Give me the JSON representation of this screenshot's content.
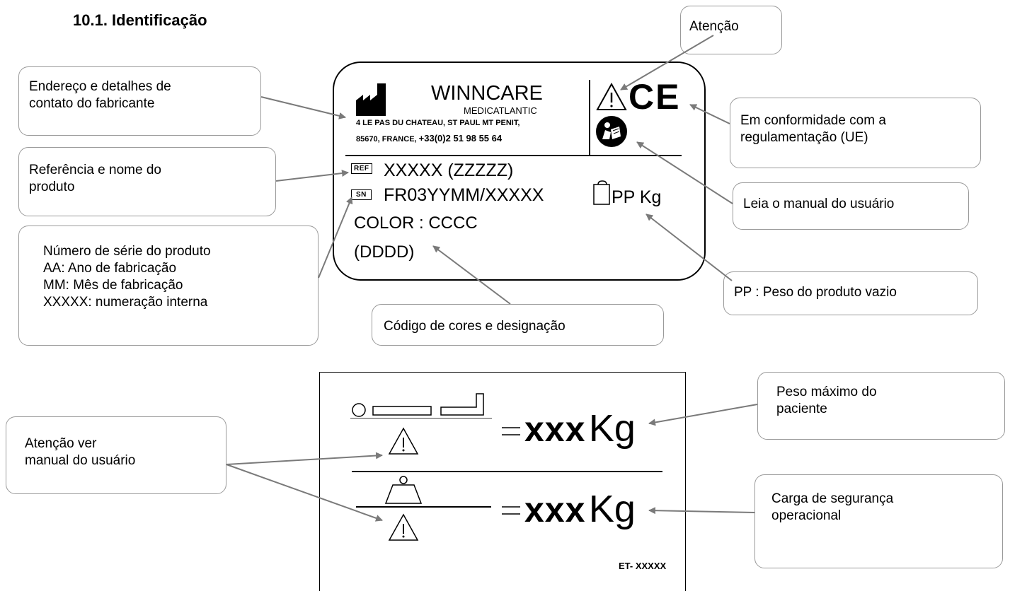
{
  "heading": "10.1. Identificação",
  "label1": {
    "brand": "WINNCARE",
    "sub_brand": "MEDICATLANTIC",
    "address_line1": "4 LE PAS DU CHATEAU, ST PAUL MT PENIT,",
    "address_line2_prefix": "85670, FRANCE, ",
    "phone": "+33(0)2 51 98 55 64",
    "ref_tag": "REF",
    "ref_value": "XXXXX (ZZZZZ)",
    "sn_tag": "SN",
    "sn_value": "FR03YYMM/XXXXX",
    "color_line": "COLOR : CCCC",
    "color_code": "(DDDD)",
    "weight": "PP Kg",
    "ce_mark": "CE"
  },
  "label2": {
    "max_patient_value": "XXX",
    "max_patient_unit": "Kg",
    "safe_load_value": "XXX",
    "safe_load_unit": "Kg",
    "label_code": "ET- XXXXX"
  },
  "callouts": {
    "atencao": "Atenção",
    "manufacturer": "Endereço e detalhes de\ncontato do fabricante",
    "reference": "Referência e nome do\nproduto",
    "serial": "Número de série do produto\nAA: Ano de fabricação\nMM: Mês de fabricação\nXXXXX: numeração interna",
    "conformity": "Em conformidade com a\nregulamentação (UE)",
    "manual": "Leia o manual do usuário",
    "weight_empty": "PP : Peso do produto vazio",
    "color_code": "Código de cores e designação",
    "max_patient": "Peso máximo do\npaciente",
    "attention_manual": "Atenção ver\nmanual do usuário",
    "safe_load": "Carga de segurança\noperacional"
  }
}
